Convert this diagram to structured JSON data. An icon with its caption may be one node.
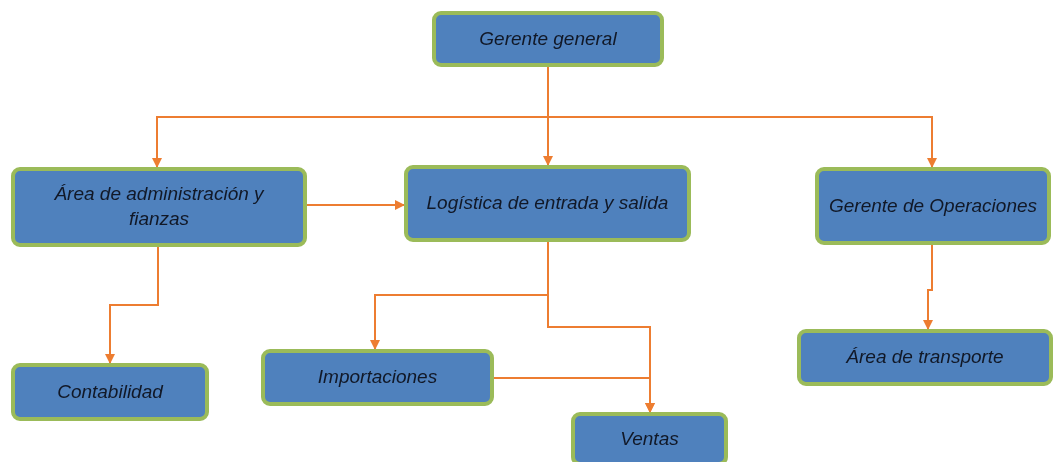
{
  "diagram": {
    "nodes": [
      {
        "text": [
          "Gerente general"
        ]
      },
      {
        "text": [
          "Área de administración y fianzas"
        ]
      },
      {
        "text": [
          "Logística de entrada y salida"
        ]
      },
      {
        "text": [
          "Gerente de Operaciones"
        ]
      },
      {
        "text": [
          "Contabilidad"
        ]
      },
      {
        "text": [
          "Importaciones"
        ]
      },
      {
        "text": [
          "Ventas"
        ]
      },
      {
        "text": [
          "Área de transporte"
        ]
      }
    ],
    "edges": [
      {
        "from": 0,
        "to": 1,
        "arrow": "to"
      },
      {
        "from": 0,
        "to": 2,
        "arrow": "to"
      },
      {
        "from": 0,
        "to": 3,
        "arrow": "to"
      },
      {
        "from": 1,
        "to": 2,
        "arrow": "to"
      },
      {
        "from": 1,
        "to": 4,
        "arrow": "to"
      },
      {
        "from": 2,
        "to": 5,
        "arrow": "to"
      },
      {
        "from": 2,
        "to": 6,
        "arrow": "to"
      },
      {
        "from": 5,
        "to": 6,
        "arrow": "to"
      },
      {
        "from": 3,
        "to": 7,
        "arrow": "to"
      }
    ]
  }
}
